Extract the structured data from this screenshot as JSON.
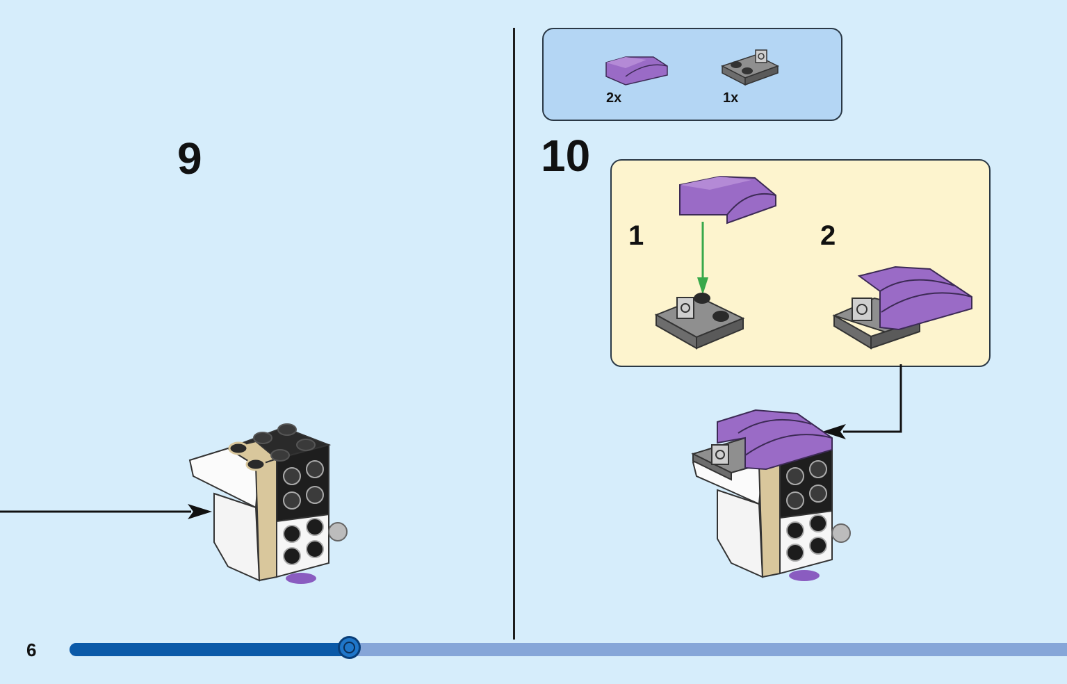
{
  "page": {
    "number": "6",
    "progress_fraction": 0.28
  },
  "step9": {
    "label": "9"
  },
  "step10": {
    "label": "10",
    "parts": [
      {
        "qty": "2x",
        "icon": "purple-curved-slope-piece"
      },
      {
        "qty": "1x",
        "icon": "gray-plate-with-clip-piece"
      }
    ],
    "substeps": [
      {
        "label": "1"
      },
      {
        "label": "2"
      }
    ]
  },
  "colors": {
    "background": "#d6edfb",
    "parts_box": "#b4d6f4",
    "substep_box": "#fdf4ce",
    "purple": "#9a6bc6",
    "progress_fill": "#0b5aa8",
    "progress_track": "#86a6d8",
    "arrow_green": "#38a84a"
  }
}
